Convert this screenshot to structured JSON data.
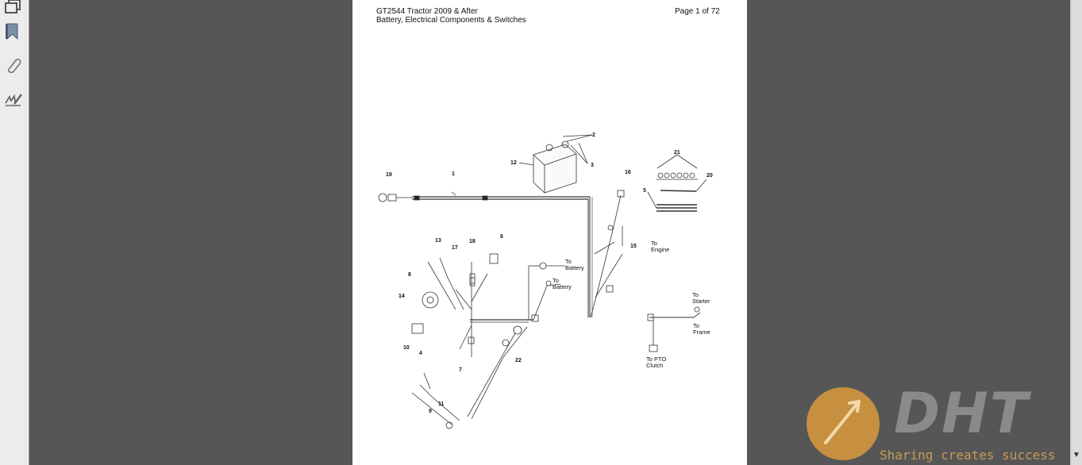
{
  "toolbar": {
    "tools": [
      "pages-icon",
      "bookmark-icon",
      "attachment-icon",
      "signature-icon"
    ]
  },
  "document": {
    "title_line1": "GT2544 Tractor 2009 & After",
    "title_line2": "Battery, Electrical Components & Switches",
    "page_indicator": "Page 1 of 72"
  },
  "diagram": {
    "callouts": [
      "1",
      "2",
      "3",
      "4",
      "5",
      "6",
      "7",
      "8",
      "9",
      "10",
      "11",
      "12",
      "13",
      "14",
      "15",
      "16",
      "17",
      "18",
      "19",
      "20",
      "21",
      "22"
    ],
    "labels": {
      "to_battery_1": [
        "To",
        "Battery"
      ],
      "to_battery_2": [
        "To",
        "Battery"
      ],
      "to_engine": [
        "To",
        "Engine"
      ],
      "to_starter": [
        "To",
        "Starter"
      ],
      "to_frame": [
        "To",
        "Frame"
      ],
      "to_pto_clutch": [
        "To PTO",
        "Clutch"
      ]
    }
  },
  "watermark": {
    "brand": "DHT",
    "tagline": "Sharing creates success",
    "accent": "#d99a3c"
  },
  "colors": {
    "viewer_bg": "#565656",
    "toolbar_bg": "#ececec",
    "page_bg": "#ffffff"
  }
}
